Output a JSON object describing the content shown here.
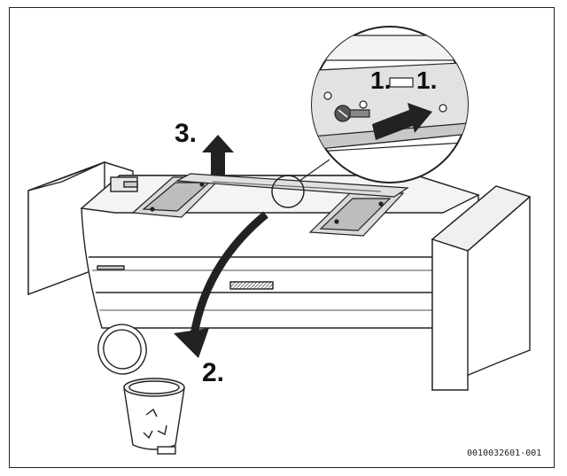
{
  "figure": {
    "steps": {
      "step1a": "1.",
      "step1b": "1.",
      "step2": "2.",
      "step3": "3."
    },
    "figure_code": "0010032601-001"
  },
  "icons": {
    "main": "heater-unit-illustration",
    "detail": "magnified-screw-detail",
    "bin": "recycle-bin-icon",
    "up_arrow": "arrow-up-icon",
    "curve_arrow": "curved-arrow-icon"
  },
  "colors": {
    "line": "#222222",
    "fill": "#ffffff",
    "shade": "#d9d9d9",
    "dark": "#555555"
  }
}
